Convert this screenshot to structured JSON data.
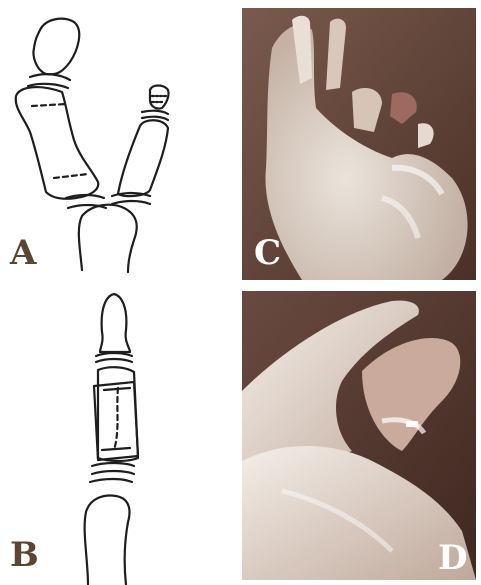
{
  "panels": {
    "a": {
      "label": "A"
    },
    "b": {
      "label": "B"
    },
    "c": {
      "label": "C"
    },
    "d": {
      "label": "D"
    }
  },
  "colors": {
    "drawing_ink": "#1e1e1e",
    "label_drawing": "#5a4632",
    "label_xray": "#ffffff",
    "xray_background": "#5a3c30",
    "xray_bone": "#efe8e0"
  }
}
